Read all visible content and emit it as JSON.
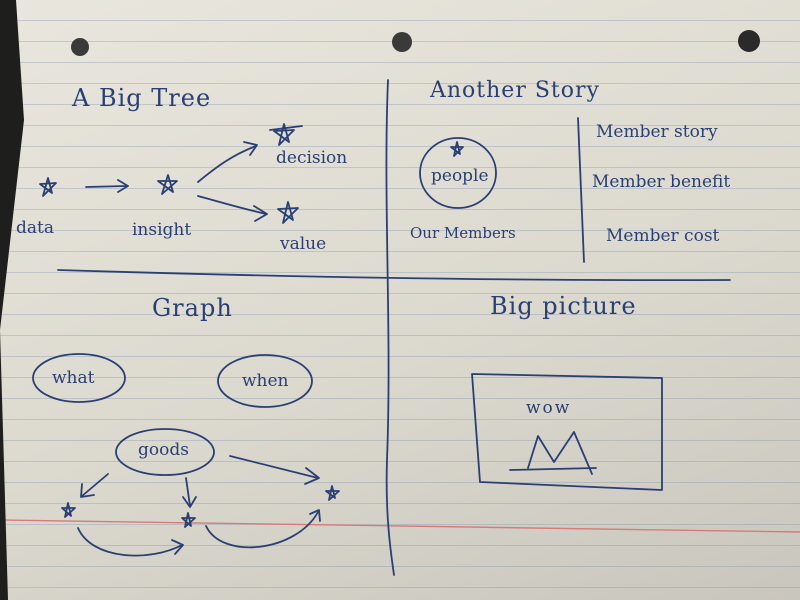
{
  "sections": {
    "tree": {
      "title": "A Big Tree",
      "data": "data",
      "insight": "insight",
      "decision": "decision",
      "value": "value"
    },
    "story": {
      "title": "Another Story",
      "people": "people",
      "our_members": "Our Members",
      "items": [
        "Member story",
        "Member benefit",
        "Member cost"
      ]
    },
    "graph": {
      "title": "Graph",
      "what": "what",
      "when": "when",
      "goods": "goods"
    },
    "picture": {
      "title": "Big picture",
      "wow": "wow"
    }
  },
  "colors": {
    "ink": "#2a3f73",
    "margin_line": "#d87a7a",
    "paper": "#e4e1d8"
  }
}
